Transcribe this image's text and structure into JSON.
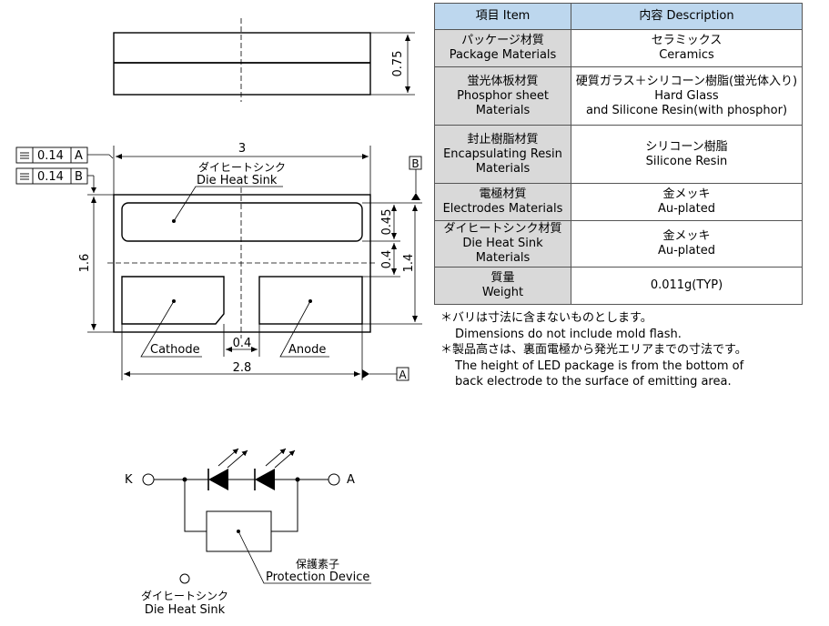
{
  "table": {
    "header": {
      "item": "項目 Item",
      "description": "内容 Description"
    },
    "rows": [
      {
        "label": [
          "パッケージ材質",
          "Package Materials"
        ],
        "value": [
          "セラミックス",
          "Ceramics"
        ]
      },
      {
        "label": [
          "蛍光体板材質",
          "Phosphor sheet",
          "Materials"
        ],
        "value": [
          "硬質ガラス＋シリコーン樹脂(蛍光体入り)",
          "Hard Glass",
          "and Silicone Resin(with phosphor)"
        ]
      },
      {
        "label": [
          "封止樹脂材質",
          "Encapsulating Resin",
          "Materials"
        ],
        "value": [
          "シリコーン樹脂",
          "Silicone Resin"
        ]
      },
      {
        "label": [
          "電極材質",
          "Electrodes Materials"
        ],
        "value": [
          "金メッキ",
          "Au-plated"
        ]
      },
      {
        "label": [
          "ダイヒートシンク材質",
          "Die Heat Sink",
          "Materials"
        ],
        "value": [
          "金メッキ",
          "Au-plated"
        ]
      },
      {
        "label": [
          "質量",
          "Weight"
        ],
        "value": [
          "0.011g(TYP)"
        ]
      }
    ]
  },
  "notes": {
    "note1_jp": "＊バリは寸法に含まないものとします。",
    "note1_en": "Dimensions do not include mold flash.",
    "note2_jp": "＊製品高さは、裏面電極から発光エリアまでの寸法です。",
    "note2_en_line1": "The height of LED package is from the bottom of",
    "note2_en_line2": "back electrode to the surface of emitting area."
  },
  "drawing": {
    "dim_height": "0.75",
    "dim_width": "3",
    "dim_inner_width": "2.8",
    "dim_overall_height": "1.6",
    "dim_inner_height": "1.4",
    "dim_heat_sink_height": "0.45",
    "dim_gap_vertical": "0.4",
    "dim_gap_horizontal": "0.4",
    "tol1_value": "0.14",
    "tol1_ref": "A",
    "tol2_value": "0.14",
    "tol2_ref": "B",
    "datum_a": "A",
    "datum_b": "B",
    "heat_sink_label_jp": "ダイヒートシンク",
    "heat_sink_label_en": "Die Heat Sink",
    "cathode_label": "Cathode",
    "anode_label": "Anode"
  },
  "circuit": {
    "terminal_k": "K",
    "terminal_a": "A",
    "protection_jp": "保護素子",
    "protection_en": "Protection Device",
    "heat_sink_jp": "ダイヒートシンク",
    "heat_sink_en": "Die Heat Sink"
  }
}
